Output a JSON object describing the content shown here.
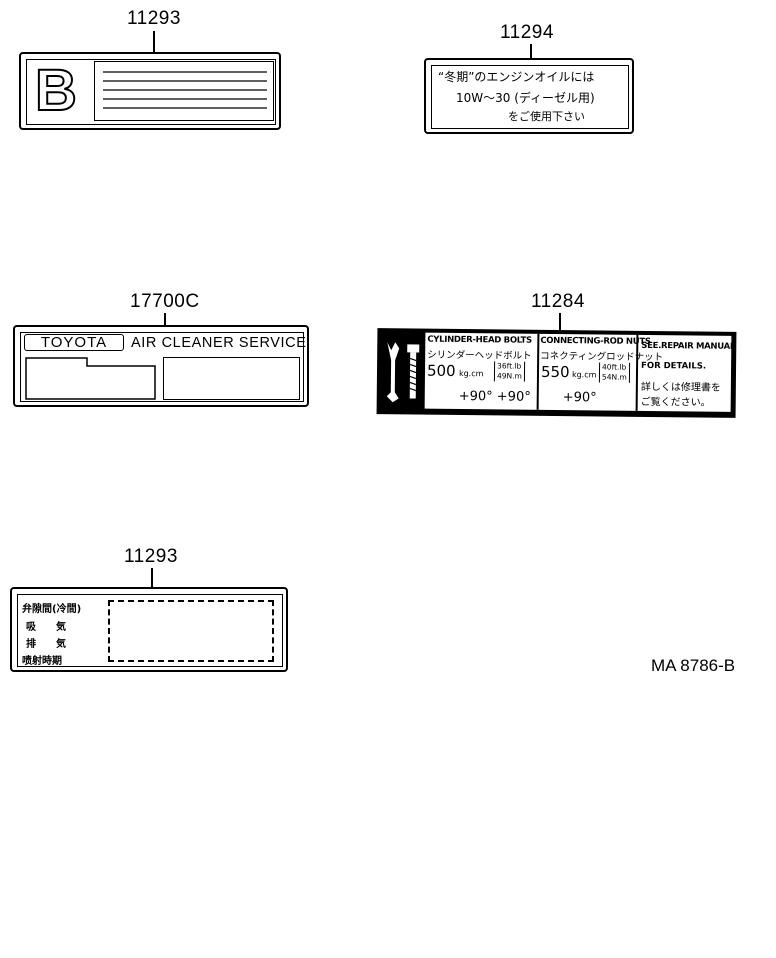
{
  "labels": [
    {
      "part_number": "11293",
      "letter": "B"
    },
    {
      "part_number": "11294",
      "lines": [
        "“冬期”のエンジンオイルには",
        "10W～30 (ディーゼル用)",
        "をご使用下さい"
      ]
    },
    {
      "part_number": "17700C",
      "brand": "TOYOTA",
      "title": "AIR CLEANER SERVICE"
    },
    {
      "part_number": "11284",
      "col1": {
        "title": "CYLINDER-HEAD BOLTS",
        "jp": "シリンダーヘッドボルト",
        "torque": "500",
        "unit": "kg.cm",
        "ft": "36ft.lb",
        "nm": "49N.m",
        "angles": "+90°  +90°"
      },
      "col2": {
        "title": "CONNECTING-ROD NUTS",
        "jp": "コネクティングロッドナット",
        "torque": "550",
        "unit": "kg.cm",
        "ft": "40ft.lb",
        "nm": "54N.m",
        "angle": "+90°"
      },
      "col3": {
        "line1": "SEE.REPAIR MANUAL",
        "line2": "FOR DETAILS.",
        "jp1": "詳しくは修理書を",
        "jp2": "ご覧ください。"
      }
    },
    {
      "part_number": "11293",
      "rows": [
        "弁隙間(冷間)",
        "吸　　気",
        "排　　気",
        "喷射時期"
      ]
    }
  ],
  "reference": "MA 8786-B"
}
